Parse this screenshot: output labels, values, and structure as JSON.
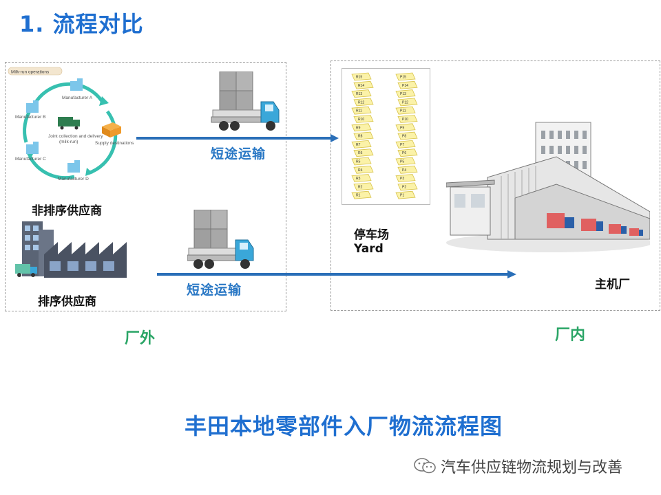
{
  "title": "1. 流程对比",
  "left_panel": {
    "milkrun_badge": "Milk-run operations",
    "milkrun_nodes": [
      "Manufacturer A",
      "Manufacturer B",
      "Manufacturer C",
      "Manufacturer D"
    ],
    "milkrun_center": "Joint collection and delivery",
    "milkrun_center_sub": "(milk-run)",
    "milkrun_dest": "Supply destinations",
    "non_sequenced_supplier": "非排序供应商",
    "sequenced_supplier": "排序供应商",
    "route1_label": "短途运输",
    "route2_label": "短途运输",
    "zone_label": "厂外"
  },
  "right_panel": {
    "yard_label_cn": "停车场",
    "yard_label_en": "Yard",
    "plant_label": "主机厂",
    "zone_label": "厂内",
    "lots_left": [
      "R15",
      "R14",
      "R13",
      "R12",
      "R11",
      "R10",
      "R9",
      "R8",
      "R7",
      "R6",
      "R5",
      "R4",
      "R3",
      "R2",
      "R1"
    ],
    "lots_right": [
      "P15",
      "P14",
      "P13",
      "P12",
      "P11",
      "P10",
      "P9",
      "P8",
      "P7",
      "P6",
      "P5",
      "P4",
      "P3",
      "P2",
      "P1"
    ]
  },
  "caption": "丰田本地零部件入厂物流流程图",
  "watermark": "汽车供应链物流规划与改善",
  "colors": {
    "title": "#1f6fd0",
    "arrow": "#2a6fb8",
    "zone": "#2aa566",
    "truck": "#3aa7d9"
  }
}
